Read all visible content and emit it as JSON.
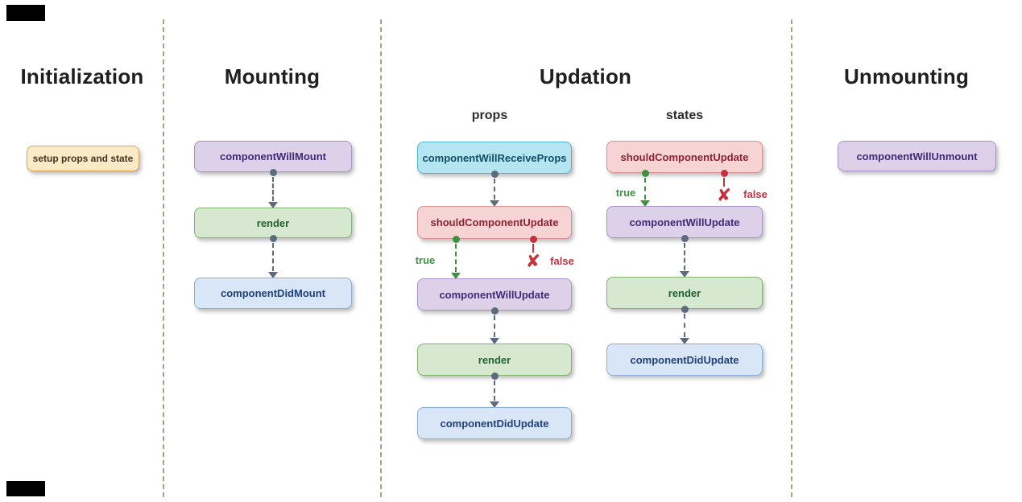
{
  "palette": {
    "canvas_bg": "#ffffff",
    "divider": "#9cab81",
    "heading_text": "#1e1f21",
    "arrow": "#5b6c7e",
    "true_color": "#3f9142",
    "false_color": "#c4333d",
    "nodes": {
      "orange": {
        "bg": "#fbeac6",
        "border": "#d7a458",
        "text": "#473223"
      },
      "purple": {
        "bg": "#dcd1e8",
        "border": "#a993c7",
        "text": "#3e2b75"
      },
      "green": {
        "bg": "#d6e8cf",
        "border": "#80b371",
        "text": "#226030"
      },
      "blue": {
        "bg": "#d8e6f8",
        "border": "#8aaed7",
        "text": "#224079"
      },
      "cyan": {
        "bg": "#b4e5f1",
        "border": "#4fb3d1",
        "text": "#114f65"
      },
      "red": {
        "bg": "#f7d4d4",
        "border": "#d89090",
        "text": "#8c2334"
      }
    }
  },
  "icons": {
    "reject_icon": "✘"
  },
  "columns": [
    {
      "heading": "Initialization",
      "nodes": [
        {
          "label": "setup props and state",
          "color": "orange"
        }
      ]
    },
    {
      "heading": "Mounting",
      "nodes": [
        {
          "label": "componentWillMount",
          "color": "purple"
        },
        {
          "label": "render",
          "color": "green"
        },
        {
          "label": "componentDidMount",
          "color": "blue"
        }
      ]
    },
    {
      "heading": "Updation",
      "subcolumns": [
        {
          "heading": "props",
          "nodes": [
            {
              "label": "componentWillReceiveProps",
              "color": "cyan"
            },
            {
              "label": "shouldComponentUpdate",
              "color": "red"
            },
            {
              "label": "componentWillUpdate",
              "color": "purple"
            },
            {
              "label": "render",
              "color": "green"
            },
            {
              "label": "componentDidUpdate",
              "color": "blue"
            }
          ],
          "branch": {
            "true_label": "true",
            "false_label": "false"
          }
        },
        {
          "heading": "states",
          "nodes": [
            {
              "label": "shouldComponentUpdate",
              "color": "red"
            },
            {
              "label": "componentWillUpdate",
              "color": "purple"
            },
            {
              "label": "render",
              "color": "green"
            },
            {
              "label": "componentDidUpdate",
              "color": "blue"
            }
          ],
          "branch": {
            "true_label": "true",
            "false_label": "false"
          }
        }
      ]
    },
    {
      "heading": "Unmounting",
      "nodes": [
        {
          "label": "componentWillUnmount",
          "color": "purple"
        }
      ]
    }
  ]
}
